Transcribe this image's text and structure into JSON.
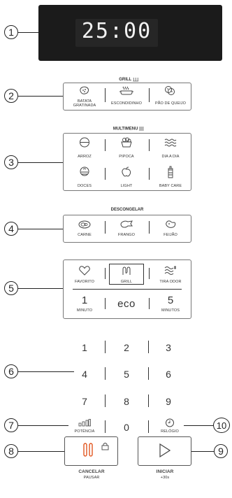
{
  "callouts": [
    "1",
    "2",
    "3",
    "4",
    "5",
    "6",
    "7",
    "8",
    "9",
    "10"
  ],
  "display": {
    "time": "25:00"
  },
  "grill": {
    "title": "GRILL",
    "buttons": [
      "BATATA GRATINADA",
      "ESCONDIDINHO",
      "PÃO DE QUEIJO"
    ],
    "icons": [
      "potato-icon",
      "casserole-icon",
      "cheese-bread-icon"
    ]
  },
  "multimenu": {
    "title": "MULTIMENU",
    "rows": [
      [
        "ARROZ",
        "PIPOCA",
        "DIA A DIA"
      ],
      [
        "DOCES",
        "LIGHT",
        "BABY CARE"
      ]
    ],
    "icons": [
      "rice-bowl-icon",
      "popcorn-icon",
      "waves-icon",
      "cupcake-icon",
      "apple-icon",
      "baby-bottle-icon"
    ]
  },
  "descongelar": {
    "title": "DESCONGELAR",
    "buttons": [
      "CARNE",
      "FRANGO",
      "FEIJÃO"
    ],
    "icons": [
      "meat-icon",
      "chicken-icon",
      "bean-icon"
    ]
  },
  "functions": {
    "top": [
      "FAVORITO",
      "GRILL",
      "TIRA ODOR"
    ],
    "minute_left_value": "1",
    "minute_left_label": "MINUTO",
    "eco": "eco",
    "minute_right_value": "5",
    "minute_right_label": "MINUTOS",
    "icons": [
      "heart-icon",
      "grill-icon",
      "deodorize-icon"
    ]
  },
  "keypad": {
    "rows": [
      [
        "1",
        "2",
        "3"
      ],
      [
        "4",
        "5",
        "6"
      ],
      [
        "7",
        "8",
        "9"
      ]
    ],
    "zero": "0",
    "potencia": "POTÊNCIA",
    "relogio": "RELÓGIO"
  },
  "cancel": {
    "label": "CANCELAR",
    "sublabel": "PAUSAR",
    "color": "#e2561f"
  },
  "start": {
    "label": "INICIAR",
    "sublabel": "+30s"
  }
}
